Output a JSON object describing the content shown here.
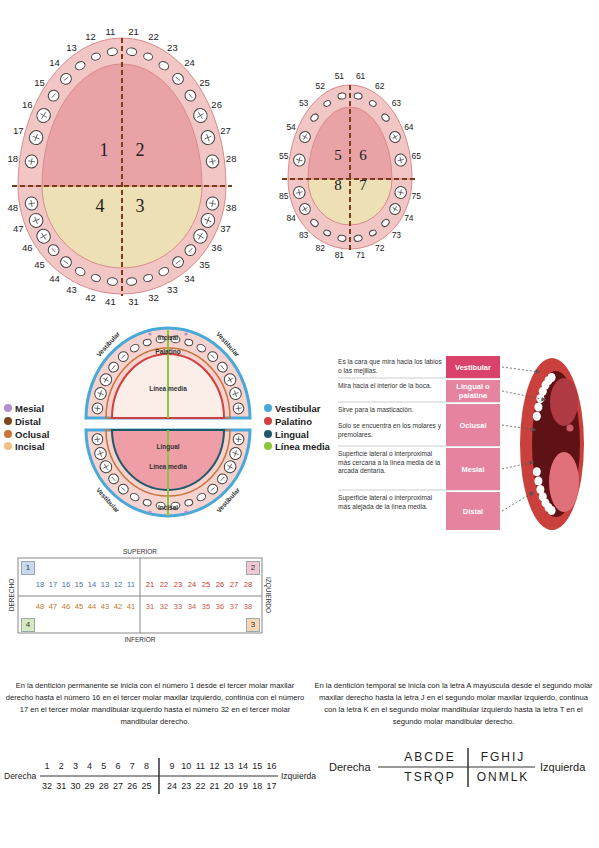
{
  "diagram": {
    "nodes": [
      {
        "text": [
          "1"
        ]
      },
      {
        "text": [
          "2"
        ]
      },
      {
        "text": [
          "4"
        ]
      },
      {
        "text": [
          "3"
        ]
      },
      {
        "text": [
          "5"
        ]
      },
      {
        "text": [
          "6"
        ]
      },
      {
        "text": [
          "8"
        ]
      },
      {
        "text": [
          "7"
        ]
      },
      {
        "text": [
          "Vestibular"
        ]
      },
      {
        "text": [
          "Lingual o palatina"
        ]
      },
      {
        "text": [
          "Oclusal"
        ]
      },
      {
        "text": [
          "Mesial"
        ]
      },
      {
        "text": [
          "Distal"
        ]
      },
      {
        "text": [
          "1",
          "18",
          "17",
          "16",
          "15",
          "14",
          "13",
          "12",
          "11"
        ]
      },
      {
        "text": [
          "2",
          "21",
          "22",
          "23",
          "24",
          "25",
          "26",
          "27",
          "28"
        ]
      },
      {
        "text": [
          "4",
          "48",
          "47",
          "46",
          "45",
          "44",
          "43",
          "42",
          "41"
        ]
      },
      {
        "text": [
          "3",
          "31",
          "32",
          "33",
          "34",
          "35",
          "36",
          "37",
          "38"
        ]
      }
    ],
    "labels": [
      "11",
      "12",
      "13",
      "14",
      "15",
      "16",
      "17",
      "18",
      "21",
      "22",
      "23",
      "24",
      "25",
      "26",
      "27",
      "28",
      "31",
      "32",
      "33",
      "34",
      "35",
      "36",
      "37",
      "38",
      "41",
      "42",
      "43",
      "44",
      "45",
      "46",
      "47",
      "48",
      "51",
      "52",
      "53",
      "54",
      "55",
      "61",
      "62",
      "63",
      "64",
      "65",
      "71",
      "72",
      "73",
      "74",
      "75",
      "81",
      "82",
      "83",
      "84",
      "85",
      "Vestibular",
      "Incisal",
      "Vestibular",
      "Palatino",
      "Línea media",
      "Línea media",
      "Lingual",
      "Vestibular",
      "Incisal",
      "Vestibular",
      "Es la cara que mira hacia los labios o las mejillas.",
      "Mira hacia el interior de la boca.",
      "Sirve para la masticación.",
      "Solo se encuentra en los molares y premolares.",
      "Superficie lateral o interproximal más cercana a la línea media de la arcada dentaria.",
      "Superficie lateral o interproximal más alejada de la línea media.",
      "SUPERIOR",
      "DERECHO",
      "IZQUIERDO",
      "INFERIOR",
      "En la dentición permanente se inicia con el número 1 desde el tercer molar maxilar derecho hasta el número 16 en el tercer molar maxilar izquierdo, continúa con el número 17 en el tercer molar mandibular izquierdo hasta el número 32 en el tercer molar mandibular derecho.",
      "Derecha",
      "1",
      "2",
      "3",
      "4",
      "5",
      "6",
      "7",
      "8",
      "9",
      "10",
      "11",
      "12",
      "13",
      "14",
      "15",
      "16",
      "32",
      "31",
      "30",
      "29",
      "28",
      "27",
      "26",
      "25",
      "24",
      "23",
      "22",
      "21",
      "20",
      "19",
      "18",
      "17",
      "Izquierda",
      "En la dentición temporal se inicia con la letra A mayúscula desde el segundo molar maxilar derecho hasta la letra J en el segundo molar maxilar izquierdo, continua con la letra K en el segundo molar mandibular izquierdo hasta la letra T en el segundo molar mandibular derecho.",
      "Derecha",
      "ABCDE",
      "FGHIJ",
      "TSRQP",
      "ONMLK",
      "Izquierda"
    ],
    "legend": [
      {
        "text": "Mesial",
        "color": "#b28fce"
      },
      {
        "text": "Distal",
        "color": "#7a4a1e"
      },
      {
        "text": "Oclusal",
        "color": "#c8733a"
      },
      {
        "text": "Incisal",
        "color": "#f0c080"
      },
      {
        "text": "Vestibular",
        "color": "#4aa8d8"
      },
      {
        "text": "Palatino",
        "color": "#d04040"
      },
      {
        "text": "Lingual",
        "color": "#1e5a6a"
      },
      {
        "text": "Línea media",
        "color": "#8cc43c"
      }
    ]
  }
}
